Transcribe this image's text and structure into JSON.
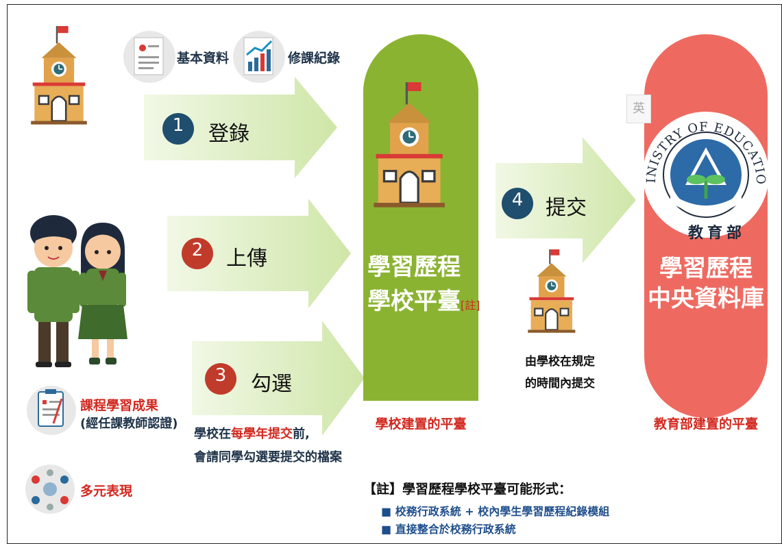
{
  "left": {
    "basic_info": "基本資料",
    "course_records": "修課紀錄",
    "course_outcomes": "課程學習成果",
    "teacher_cert": "(經任課教師認證)",
    "diverse": "多元表現"
  },
  "steps": [
    {
      "num": "1",
      "label": "登錄"
    },
    {
      "num": "2",
      "label": "上傳"
    },
    {
      "num": "3",
      "label": "勾選"
    },
    {
      "num": "4",
      "label": "提交"
    }
  ],
  "select_note": {
    "part1": "學校在",
    "highlight": "每學年提交",
    "part2": "前,",
    "line2": "會請同學勾選要提交的檔案"
  },
  "school_platform": {
    "line1": "學習歷程",
    "line2": "學校平臺",
    "note_tag": "[註]",
    "caption": "學校建置的平臺"
  },
  "submit_note": {
    "line1": "由學校在規定",
    "line2": "的時間內提交"
  },
  "central": {
    "line1": "學習歷程",
    "line2": "中央資料庫",
    "caption": "教育部建置的平臺",
    "logo_top": "MINISTRY OF EDUCATION",
    "logo_bottom": "教育部",
    "lang_tag": "英"
  },
  "footnote": {
    "title": "【註】學習歷程學校平臺可能形式：",
    "items": [
      "■ 校務行政系統 + 校內學生學習歷程紀錄模組",
      "■ 直接整合於校務行政系統"
    ]
  },
  "colors": {
    "green_capsule": "#8bb332",
    "red_capsule": "#ee6a61",
    "arrow_fill": "#dff0c4",
    "circle_blue": "#1f4e6e",
    "circle_red": "#c13b2b",
    "caption_red": "#d2271e"
  }
}
